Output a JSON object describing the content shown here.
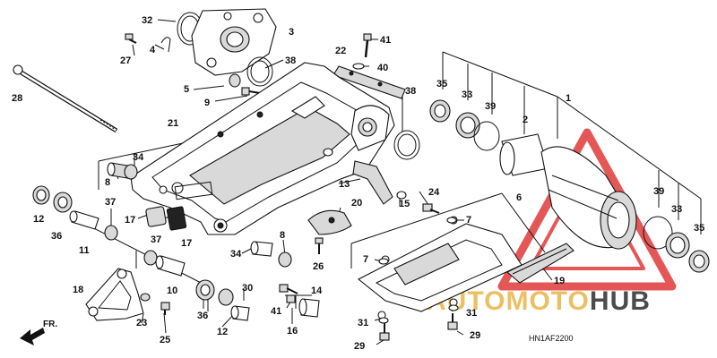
{
  "diagram": {
    "reference_code": "HN1AF2200",
    "direction_label": "FR."
  },
  "watermark": {
    "text_part1": "AUTO",
    "text_part2": "MOTO",
    "text_part3": "HUB",
    "colors": {
      "red": "#e03a3a",
      "gold": "#e8b64a",
      "dark": "#2d2d2d"
    }
  },
  "callouts": {
    "c32": "32",
    "c3": "3",
    "c27": "27",
    "c4": "4",
    "c41a": "41",
    "c22": "22",
    "c40": "40",
    "c28": "28",
    "c38a": "38",
    "c5": "5",
    "c9": "9",
    "c1": "1",
    "c35a": "35",
    "c33a": "33",
    "c39a": "39",
    "c38b": "38",
    "c2": "2",
    "c21": "21",
    "c34a": "34",
    "c8a": "8",
    "c13": "13",
    "c15": "15",
    "c24": "24",
    "c12a": "12",
    "c36a": "36",
    "c37a": "37",
    "c11": "11",
    "c17a": "17",
    "c17b": "17",
    "c37b": "37",
    "c20": "20",
    "c6": "6",
    "c7a": "7",
    "c7b": "7",
    "c39b": "39",
    "c33b": "33",
    "c35b": "35",
    "c34b": "34",
    "c8b": "8",
    "c26": "26",
    "c10": "10",
    "c18": "18",
    "c19": "19",
    "c23": "23",
    "c25": "25",
    "c36b": "36",
    "c12b": "12",
    "c30": "30",
    "c14": "14",
    "c41b": "41",
    "c16": "16",
    "c31a": "31",
    "c31b": "31",
    "c29a": "29",
    "c29b": "29"
  }
}
